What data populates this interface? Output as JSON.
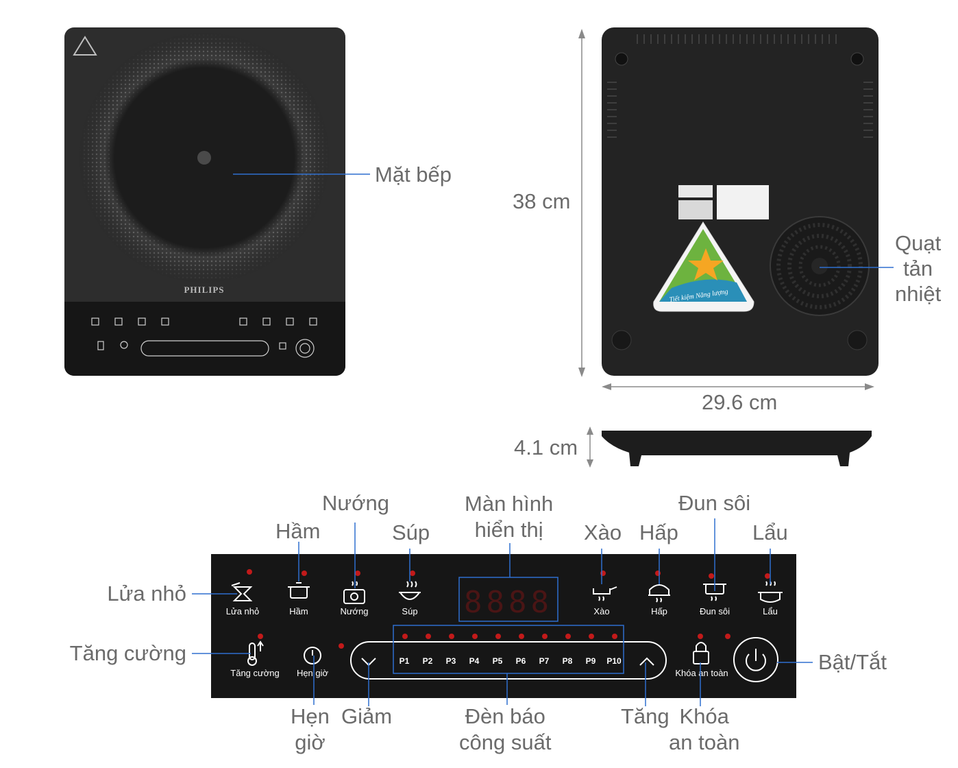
{
  "cooktop": {
    "brand": "PHILIPS",
    "surface_label": "Mặt bếp"
  },
  "back": {
    "fan_label": "Quạt\ntản\nnhiệt",
    "energy_sticker": "Tiết kiệm Năng lượng"
  },
  "dimensions": {
    "height": "38 cm",
    "width": "29.6 cm",
    "depth": "4.1 cm"
  },
  "panel": {
    "display_digits": "8888",
    "top_labels": {
      "nuong": "Nướng",
      "man_hinh": "Màn hình\nhiển thị",
      "dun_soi": "Đun sôi",
      "ham": "Hầm",
      "sup": "Súp",
      "xao": "Xào",
      "hap": "Hấp",
      "lau": "Lẩu"
    },
    "left_labels": {
      "lua_nho": "Lửa nhỏ",
      "tang_cuong": "Tăng cường"
    },
    "right_labels": {
      "bat_tat": "Bật/Tắt"
    },
    "bottom_labels": {
      "hen_gio": "Hẹn\ngiờ",
      "giam": "Giảm",
      "den_bao": "Đèn báo\ncông suất",
      "tang": "Tăng",
      "khoa": "Khóa\nan toàn"
    },
    "button_texts": {
      "lua_nho": "Lửa nhỏ",
      "ham": "Hầm",
      "nuong": "Nướng",
      "sup": "Súp",
      "xao": "Xào",
      "hap": "Hấp",
      "dun_soi": "Đun sôi",
      "lau": "Lẩu",
      "tang_cuong": "Tăng cường",
      "hen_gio": "Hẹn giờ",
      "khoa": "Khóa an toàn"
    },
    "power_levels": [
      "P1",
      "P2",
      "P3",
      "P4",
      "P5",
      "P6",
      "P7",
      "P8",
      "P9",
      "P10"
    ]
  }
}
